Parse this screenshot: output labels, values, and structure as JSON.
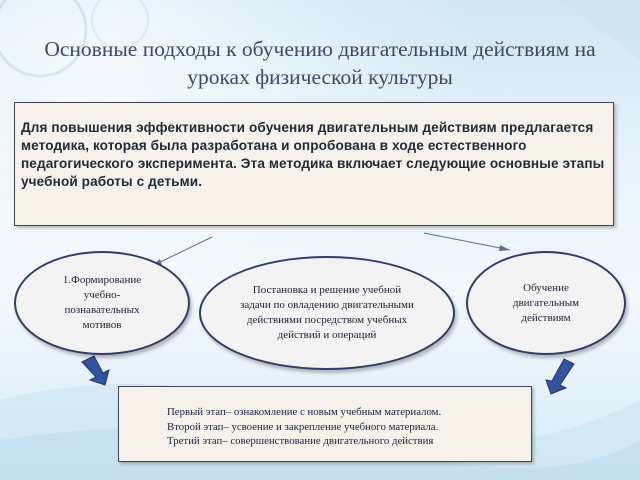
{
  "title": "Основные подходы к обучению двигательным действиям на уроках физической культуры",
  "intro": "Для повышения эффективности обучения двигательным действиям предлагается методика, которая была разработана и опробована в ходе естественного педагогического эксперимента. Эта методика включает следующие основные этапы учебной работы с детьми.",
  "approaches": [
    "1.Формирование учебно-познавательных мотивов",
    "Постановка и решение учебной задачи по овладению двигательными действиями посредством учебных действий и операций",
    "Обучение двигательным действиям"
  ],
  "stages": [
    "Первый этап– ознакомление с новым учебным материалом.",
    "Второй этап– усвоение и закрепление учебного материала.",
    "Третий этап– совершенствование двигательного действия"
  ],
  "colors": {
    "box_fill": "#f6f2e9",
    "ellipse_border": "#2f3d66",
    "arrow_fill": "#34539a",
    "title_text": "#3b4a63"
  }
}
